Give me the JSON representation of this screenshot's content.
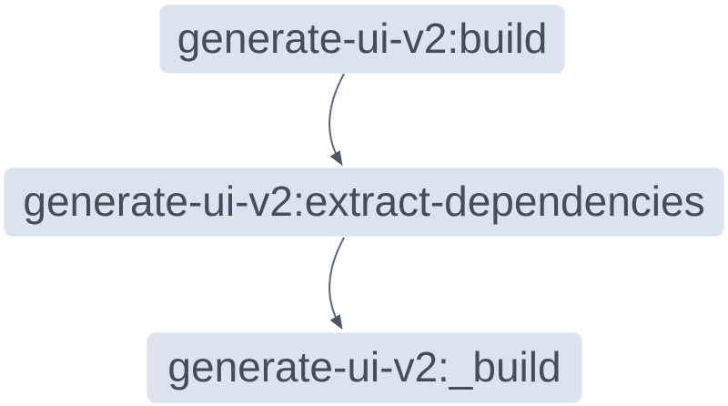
{
  "diagram": {
    "type": "flowchart",
    "direction": "top-down",
    "nodes": [
      {
        "label": "generate-ui-v2:build"
      },
      {
        "label": "generate-ui-v2:extract-dependencies"
      },
      {
        "label": "generate-ui-v2:_build"
      }
    ],
    "edges": [
      {
        "from": "generate-ui-v2:build",
        "to": "generate-ui-v2:extract-dependencies"
      },
      {
        "from": "generate-ui-v2:extract-dependencies",
        "to": "generate-ui-v2:_build"
      }
    ],
    "colors": {
      "background": "#ffffff",
      "node_fill": "#dde2ef",
      "node_border": "#e9edf6",
      "node_text": "#434d5c",
      "edge_line": "#5b6878",
      "edge_arrowhead": "#4a5568"
    }
  }
}
